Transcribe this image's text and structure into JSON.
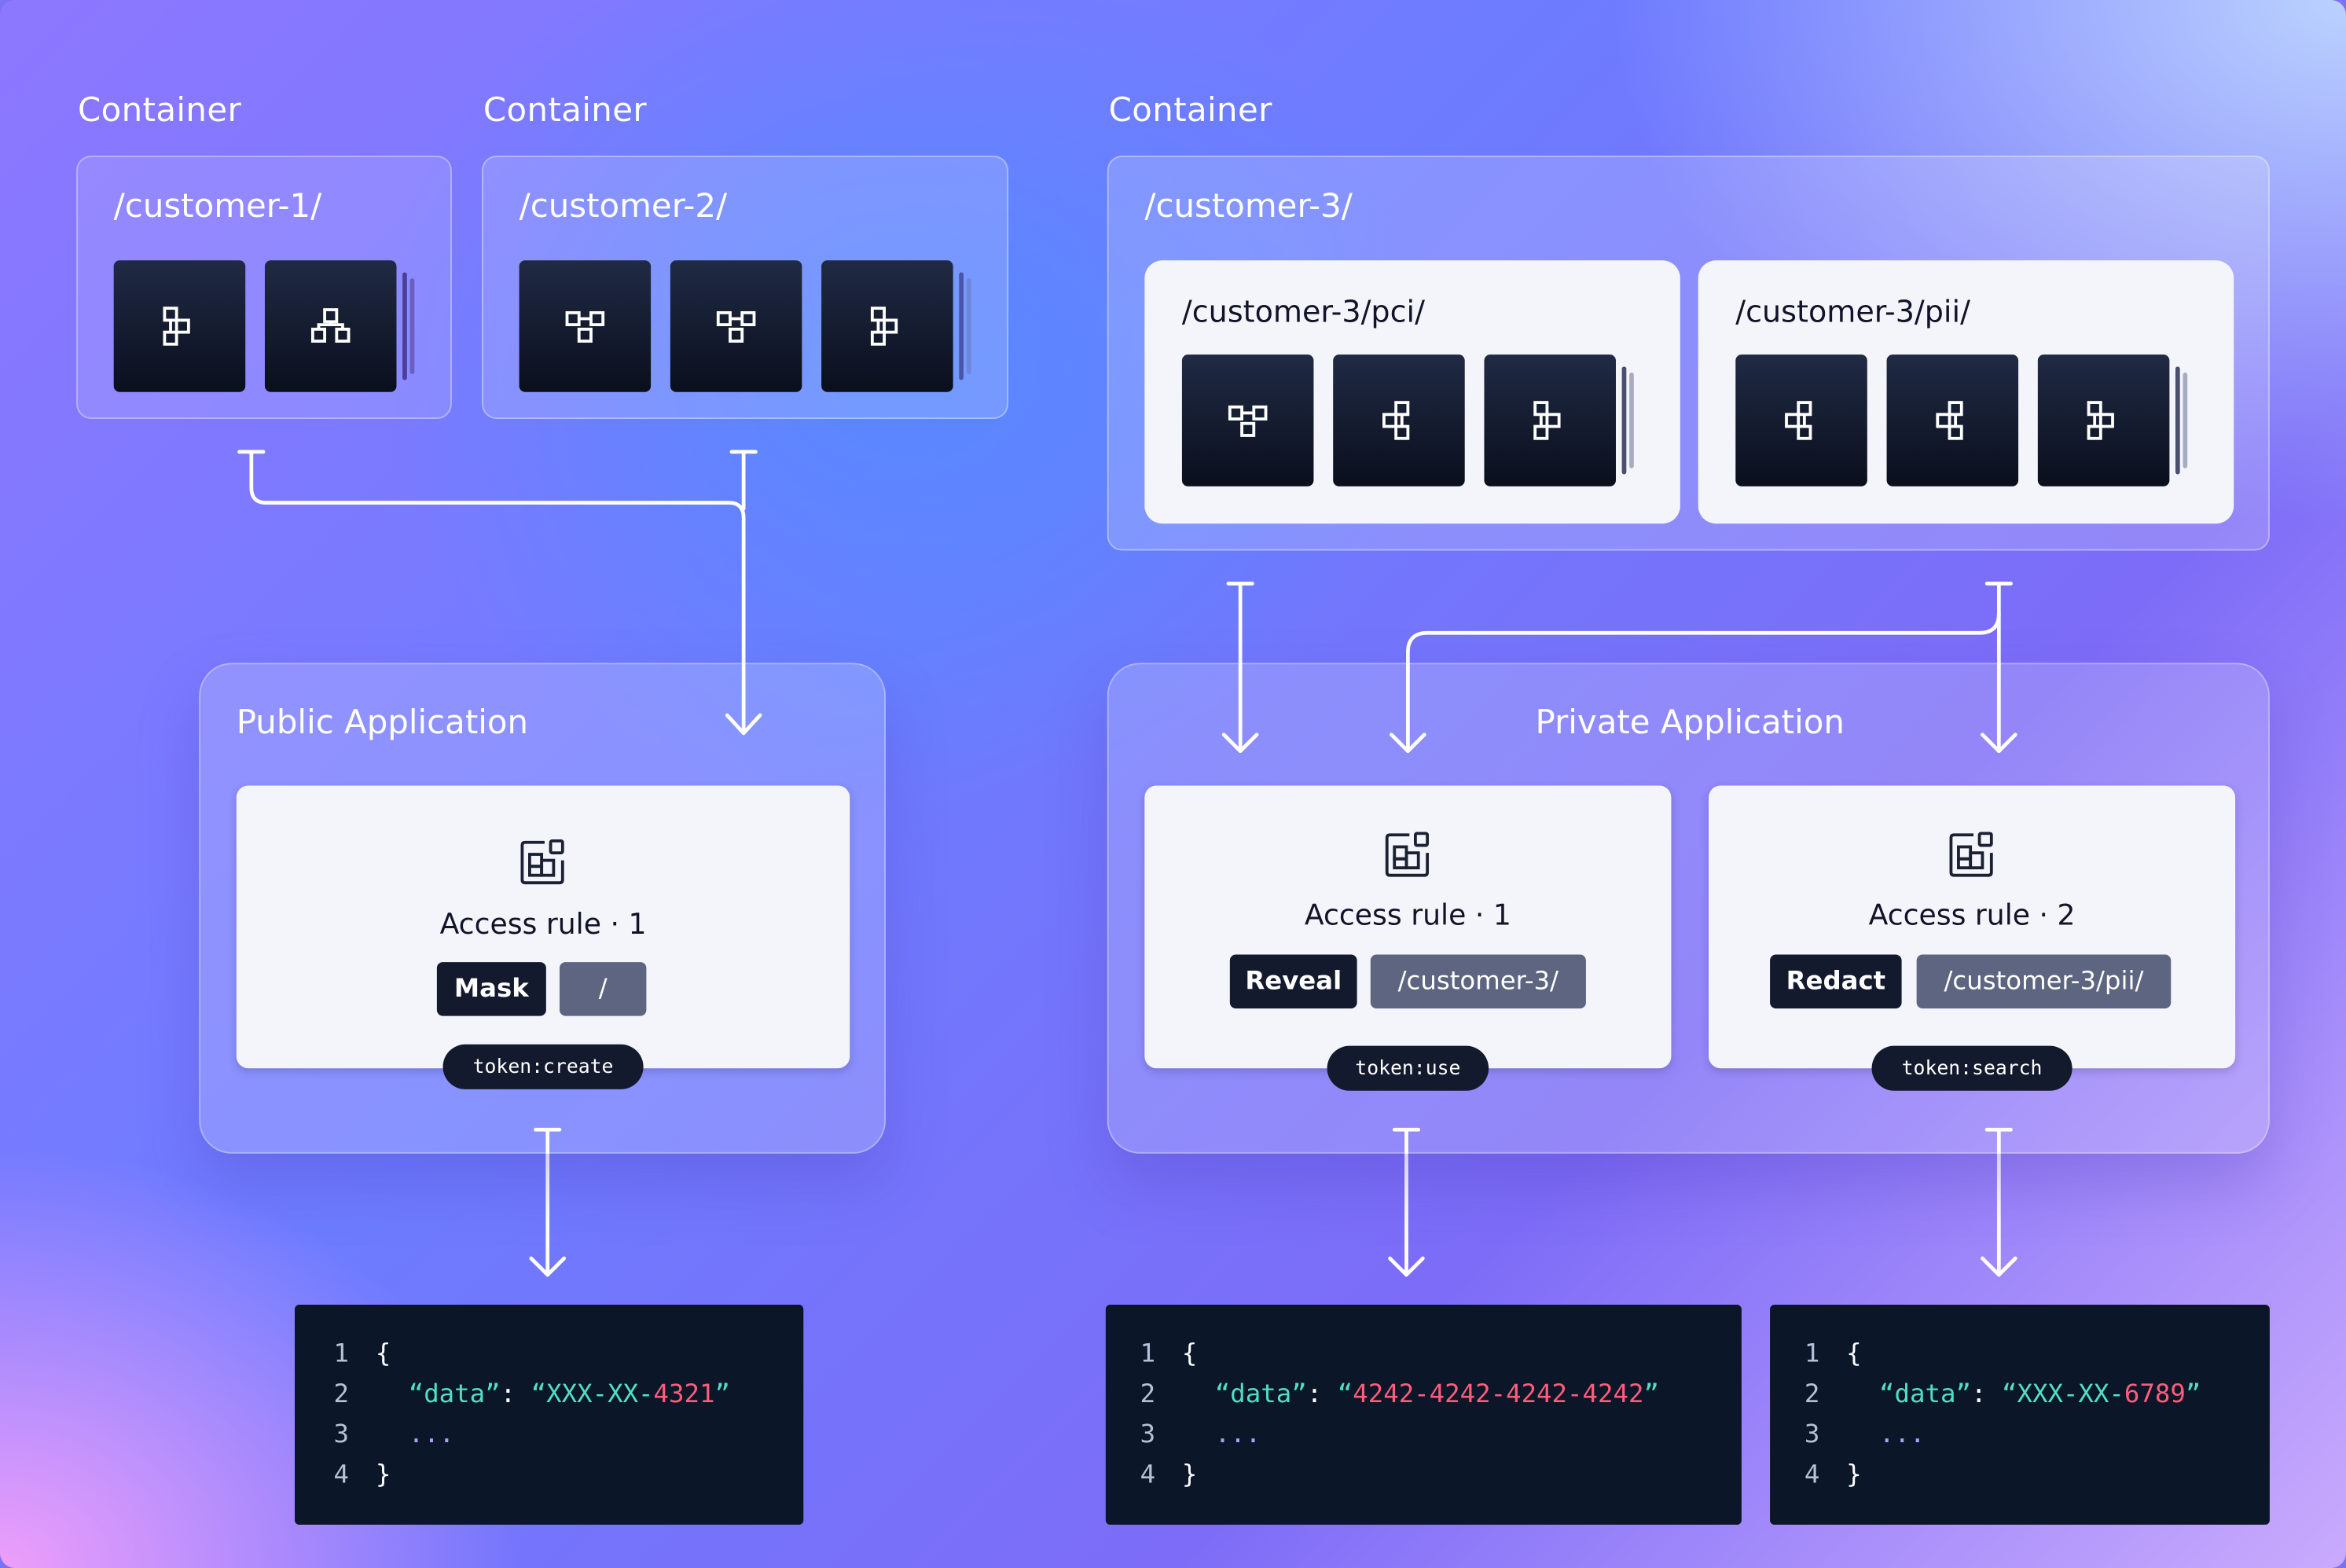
{
  "containers": [
    {
      "label": "Container",
      "path": "/customer-1/"
    },
    {
      "label": "Container",
      "path": "/customer-2/"
    },
    {
      "label": "Container",
      "path": "/customer-3/",
      "sub": [
        {
          "path": "/customer-3/pci/"
        },
        {
          "path": "/customer-3/pii/"
        }
      ]
    }
  ],
  "apps": {
    "public": {
      "title": "Public  Application",
      "rules": [
        {
          "title": "Access rule · 1",
          "action": "Mask",
          "scope": "/",
          "token": "token:create"
        }
      ]
    },
    "private": {
      "title": "Private Application",
      "rules": [
        {
          "title": "Access rule · 1",
          "action": "Reveal",
          "scope": "/customer-3/",
          "token": "token:use"
        },
        {
          "title": "Access rule · 2",
          "action": "Redact",
          "scope": "/customer-3/pii/",
          "token": "token:search"
        }
      ]
    }
  },
  "outputs": [
    {
      "lines": [
        "1",
        "2",
        "3",
        "4"
      ],
      "open": "{",
      "key": "“data”",
      "colon": ": ",
      "q1": "“",
      "prefix": "XXX-XX-",
      "digits": "4321",
      "q2": "”",
      "ellipsis": "...",
      "close": "}"
    },
    {
      "lines": [
        "1",
        "2",
        "3",
        "4"
      ],
      "open": "{",
      "key": "“data”",
      "colon": ": ",
      "q1": "“",
      "prefix": "",
      "digits": "4242-4242-4242-4242",
      "q2": "”",
      "ellipsis": "...",
      "close": "}"
    },
    {
      "lines": [
        "1",
        "2",
        "3",
        "4"
      ],
      "open": "{",
      "key": "“data”",
      "colon": ": ",
      "q1": "“",
      "prefix": "XXX-XX-",
      "digits": "6789",
      "q2": "”",
      "ellipsis": "...",
      "close": "}"
    }
  ],
  "colors": {
    "accent_green": "#4fe0c4",
    "accent_pink": "#ff5d7a",
    "tile_dark": "#0a0f1d",
    "code_bg": "#0b1628"
  }
}
